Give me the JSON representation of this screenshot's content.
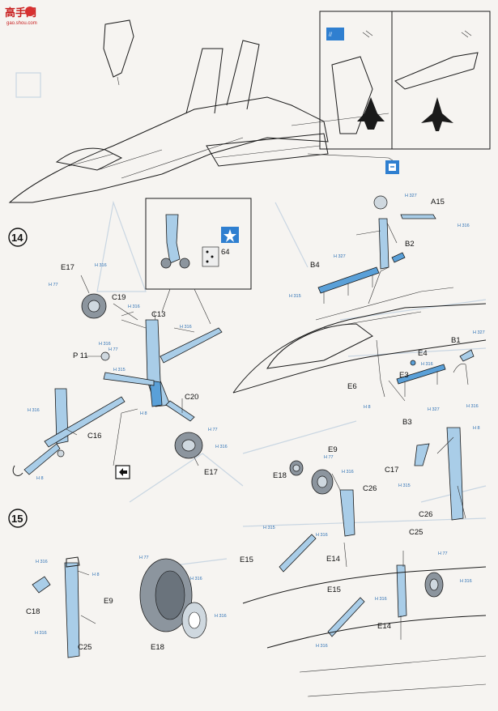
{
  "watermark": {
    "name": "高手网",
    "url": "gao.shou.com"
  },
  "steps": [
    {
      "number": "14"
    },
    {
      "number": "15"
    }
  ],
  "labels": {
    "a15": "A15",
    "b2": "B2",
    "b4": "B4",
    "b1": "B1",
    "e4": "E4",
    "e3": "E3",
    "e6": "E6",
    "b3": "B3",
    "e17a": "E17",
    "c19": "C19",
    "c13": "C13",
    "p11": "P 11",
    "c20": "C20",
    "c16": "C16",
    "e17b": "E17",
    "e9a": "E9",
    "e18a": "E18",
    "c26a": "C26",
    "c17": "C17",
    "c26b": "C26",
    "e15a": "E15",
    "e14a": "E14",
    "c25a": "C25",
    "e15b": "E15",
    "e14b": "E14",
    "c18": "C18",
    "c25b": "C25",
    "e9b": "E9",
    "e18b": "E18",
    "decal": "64"
  },
  "paint": {
    "h327": "H 327",
    "h315": "H 315",
    "h316": "H 316",
    "h77": "H 77",
    "h8": "H 8"
  },
  "colors": {
    "part_fill": "#a9cde8",
    "part_dark": "#5aa0d8",
    "tire": "#8c959e",
    "watermark": "#c82020"
  },
  "icons": [
    "paint-bucket-icon",
    "star-decal-icon",
    "arrow-icon",
    "alternative-icon"
  ]
}
